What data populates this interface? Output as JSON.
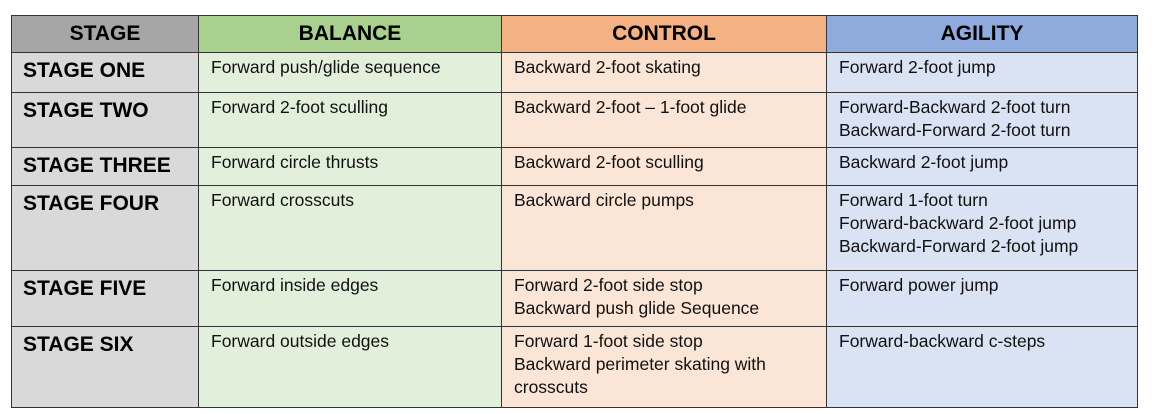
{
  "table": {
    "headers": {
      "stage": "STAGE",
      "balance": "BALANCE",
      "control": "CONTROL",
      "agility": "AGILITY"
    },
    "colors": {
      "stage_header": "#a6a6a6",
      "balance_header": "#a9d08e",
      "control_header": "#f4b183",
      "agility_header": "#8faadc",
      "stage_cell": "#d9d9d9",
      "balance_cell": "#e2efda",
      "control_cell": "#fbe5d6",
      "agility_cell": "#dae3f3"
    },
    "rows": [
      {
        "stage": "STAGE ONE",
        "balance": [
          "Forward push/glide sequence"
        ],
        "control": [
          "Backward 2-foot skating"
        ],
        "agility": [
          "Forward 2-foot jump"
        ]
      },
      {
        "stage": "STAGE TWO",
        "balance": [
          "Forward 2-foot sculling"
        ],
        "control": [
          "Backward 2-foot – 1-foot glide"
        ],
        "agility": [
          "Forward-Backward 2-foot turn",
          "Backward-Forward 2-foot turn"
        ]
      },
      {
        "stage": "STAGE THREE",
        "balance": [
          "Forward circle thrusts"
        ],
        "control": [
          "Backward 2-foot sculling"
        ],
        "agility": [
          "Backward 2-foot jump"
        ]
      },
      {
        "stage": "STAGE FOUR",
        "balance": [
          "Forward crosscuts"
        ],
        "control": [
          "Backward circle pumps"
        ],
        "agility": [
          "Forward 1-foot turn",
          "Forward-backward 2-foot jump",
          "Backward-Forward 2-foot jump"
        ]
      },
      {
        "stage": "STAGE FIVE",
        "balance": [
          "Forward inside edges"
        ],
        "control": [
          "Forward 2-foot side stop",
          "Backward push glide Sequence"
        ],
        "agility": [
          "Forward power jump"
        ]
      },
      {
        "stage": "STAGE SIX",
        "balance": [
          "Forward outside edges"
        ],
        "control": [
          "Forward 1-foot side stop",
          "Backward perimeter skating with crosscuts"
        ],
        "agility": [
          "Forward-backward c-steps"
        ]
      }
    ]
  }
}
